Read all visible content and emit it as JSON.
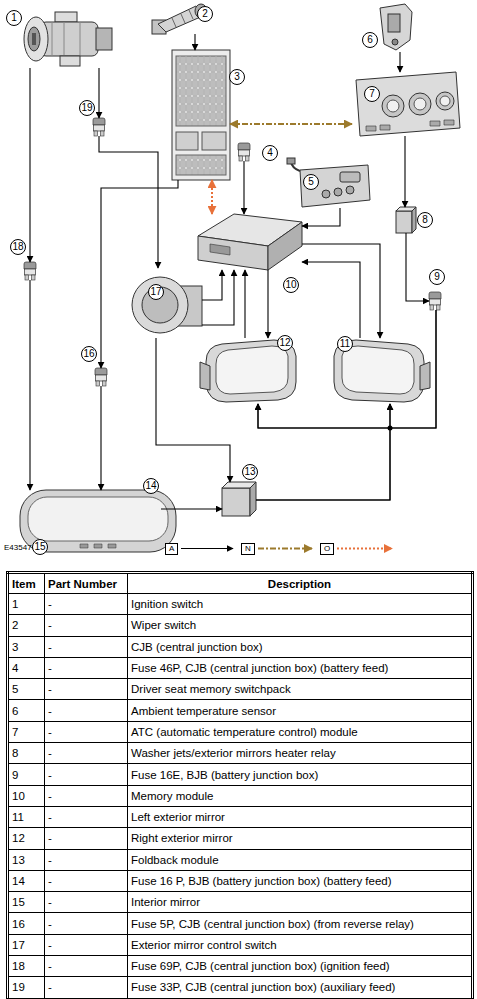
{
  "diagram": {
    "nodes": [
      {
        "text": [
          "1"
        ]
      },
      {
        "text": [
          "2"
        ]
      },
      {
        "text": [
          "3"
        ]
      },
      {
        "text": [
          "4"
        ]
      },
      {
        "text": [
          "5"
        ]
      },
      {
        "text": [
          "6"
        ]
      },
      {
        "text": [
          "7"
        ]
      },
      {
        "text": [
          "8"
        ]
      },
      {
        "text": [
          "9"
        ]
      },
      {
        "text": [
          "10"
        ]
      },
      {
        "text": [
          "11"
        ]
      },
      {
        "text": [
          "12"
        ]
      },
      {
        "text": [
          "13"
        ]
      },
      {
        "text": [
          "14"
        ]
      },
      {
        "text": [
          "15"
        ]
      },
      {
        "text": [
          "16"
        ]
      },
      {
        "text": [
          "17"
        ]
      },
      {
        "text": [
          "18"
        ]
      },
      {
        "text": [
          "19"
        ]
      }
    ],
    "edges": [
      {
        "from": 0,
        "to": 18,
        "arrow": "to"
      },
      {
        "from": 0,
        "to": 17,
        "arrow": "to"
      },
      {
        "from": 17,
        "to": 14,
        "arrow": "to"
      },
      {
        "from": 1,
        "to": 2,
        "arrow": "to"
      },
      {
        "from": 2,
        "to": 6,
        "arrow": "both"
      },
      {
        "from": 2,
        "to": 9,
        "arrow": "both"
      },
      {
        "from": 18,
        "to": 16,
        "arrow": "to"
      },
      {
        "from": 2,
        "to": 15,
        "arrow": "to"
      },
      {
        "from": 15,
        "to": 14,
        "arrow": "to"
      },
      {
        "from": 3,
        "to": 9,
        "arrow": "to"
      },
      {
        "from": 4,
        "to": 9,
        "arrow": "to"
      },
      {
        "from": 5,
        "to": 6,
        "arrow": "to"
      },
      {
        "from": 6,
        "to": 7,
        "arrow": "to"
      },
      {
        "from": 7,
        "to": 8,
        "arrow": "to"
      },
      {
        "from": 8,
        "to": 10,
        "arrow": "to"
      },
      {
        "from": 8,
        "to": 11,
        "arrow": "to"
      },
      {
        "from": 12,
        "to": 10,
        "arrow": "to"
      },
      {
        "from": 12,
        "to": 11,
        "arrow": "to"
      },
      {
        "from": 9,
        "to": 11,
        "arrow": "to"
      },
      {
        "from": 11,
        "to": 9,
        "arrow": "to"
      },
      {
        "from": 9,
        "to": 10,
        "arrow": "to"
      },
      {
        "from": 10,
        "to": 9,
        "arrow": "to"
      },
      {
        "from": 16,
        "to": 9,
        "arrow": "to"
      },
      {
        "from": 16,
        "to": 9,
        "arrow": "to"
      },
      {
        "from": 16,
        "to": 12,
        "arrow": "to"
      },
      {
        "from": 13,
        "to": 12,
        "arrow": "to"
      }
    ],
    "labels": [
      "E43547",
      "Item",
      "Part Number",
      "Description",
      "1",
      "-",
      "Ignition switch",
      "2",
      "-",
      "Wiper switch",
      "3",
      "-",
      "CJB (central junction box)",
      "4",
      "-",
      "Fuse 46P, CJB (central junction box) (battery feed)",
      "5",
      "-",
      "Driver seat memory switchpack",
      "6",
      "-",
      "Ambient temperature sensor",
      "7",
      "-",
      "ATC (automatic temperature control) module",
      "8",
      "-",
      "Washer jets/exterior mirrors heater relay",
      "9",
      "-",
      "Fuse 16E, BJB (battery junction box)",
      "10",
      "-",
      "Memory module",
      "11",
      "-",
      "Left exterior mirror",
      "12",
      "-",
      "Right exterior mirror",
      "13",
      "-",
      "Foldback module",
      "14",
      "-",
      "Fuse 16 P, BJB (battery junction box) (battery feed)",
      "15",
      "-",
      "Interior mirror",
      "16",
      "-",
      "Fuse 5P, CJB (central junction box) (from reverse relay)",
      "17",
      "-",
      "Exterior mirror control switch",
      "18",
      "-",
      "Fuse 69P, CJB (central junction box) (ignition feed)",
      "19",
      "-",
      "Fuse 33P, CJB (central junction box) (auxiliary feed)"
    ],
    "legend": [
      {
        "text": "A"
      },
      {
        "text": "N"
      },
      {
        "text": "O"
      }
    ]
  }
}
